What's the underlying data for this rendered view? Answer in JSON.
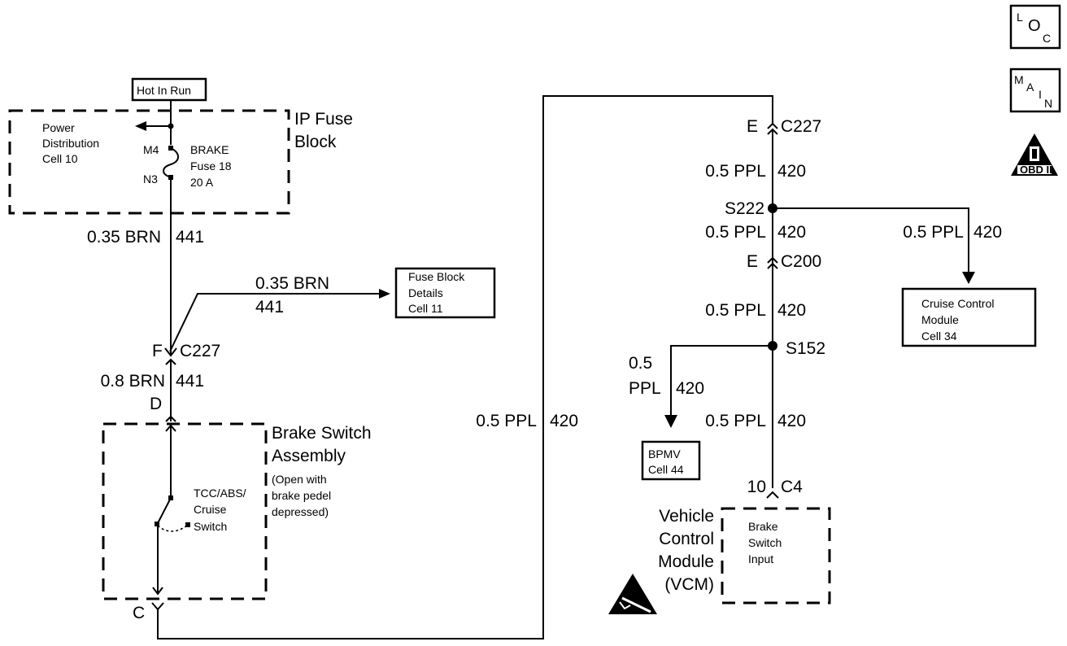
{
  "diagram": {
    "nav_icons": {
      "loc": {
        "letters": [
          "L",
          "O",
          "C"
        ]
      },
      "main": {
        "letters": [
          "M",
          "A",
          "I",
          "N"
        ]
      },
      "obd": {
        "numeral": "II",
        "label": "OBD II"
      }
    },
    "hot_in_run": "Hot In Run",
    "ip_fuse_block": {
      "title_line1": "IP Fuse",
      "title_line2": "Block",
      "power_dist": [
        "Power",
        "Distribution",
        "Cell 10"
      ],
      "pin_in": "M4",
      "pin_out": "N3",
      "fuse": [
        "BRAKE",
        "Fuse 18",
        "20 A"
      ]
    },
    "wires": {
      "w1_color": "0.35 BRN",
      "w1_circuit": "441",
      "w2_color": "0.35 BRN",
      "w2_circuit": "441",
      "w3_color": "0.8 BRN",
      "w3_circuit": "441",
      "w4_color": "0.5 PPL",
      "w4_circuit": "420",
      "w5_color": "0.5 PPL",
      "w5_circuit": "420",
      "w6_color": "0.5 PPL",
      "w6_circuit": "420",
      "w7_color": "0.5 PPL",
      "w7_circuit": "420",
      "w8_color": "0.5 PPL",
      "w8_circuit": "420",
      "w9_color_line1": "0.5",
      "w9_color_line2": "PPL",
      "w9_circuit": "420",
      "w10_color": "0.5 PPL",
      "w10_circuit": "420"
    },
    "fuse_block_details": [
      "Fuse Block",
      "Details",
      "Cell 11"
    ],
    "connectors": {
      "c227_left_pin": "F",
      "c227_left": "C227",
      "d_pin": "D",
      "c_pin": "C",
      "c227_right_pin": "E",
      "c227_right": "C227",
      "c200_pin": "E",
      "c200": "C200",
      "c4_pin": "10",
      "c4": "C4"
    },
    "splices": {
      "s222": "S222",
      "s152": "S152"
    },
    "brake_switch": {
      "title_line1": "Brake Switch",
      "title_line2": "Assembly",
      "note": [
        "(Open with",
        "brake pedel",
        "depressed)"
      ],
      "switch_label": [
        "TCC/ABS/",
        "Cruise",
        "Switch"
      ]
    },
    "cruise_control": [
      "Cruise Control",
      "Module",
      "Cell 34"
    ],
    "bpmv": [
      "BPMV",
      "Cell 44"
    ],
    "vcm": {
      "title": [
        "Vehicle",
        "Control",
        "Module",
        "(VCM)"
      ],
      "input": [
        "Brake",
        "Switch",
        "Input"
      ]
    },
    "esd_icon": "esd-warning-icon"
  }
}
